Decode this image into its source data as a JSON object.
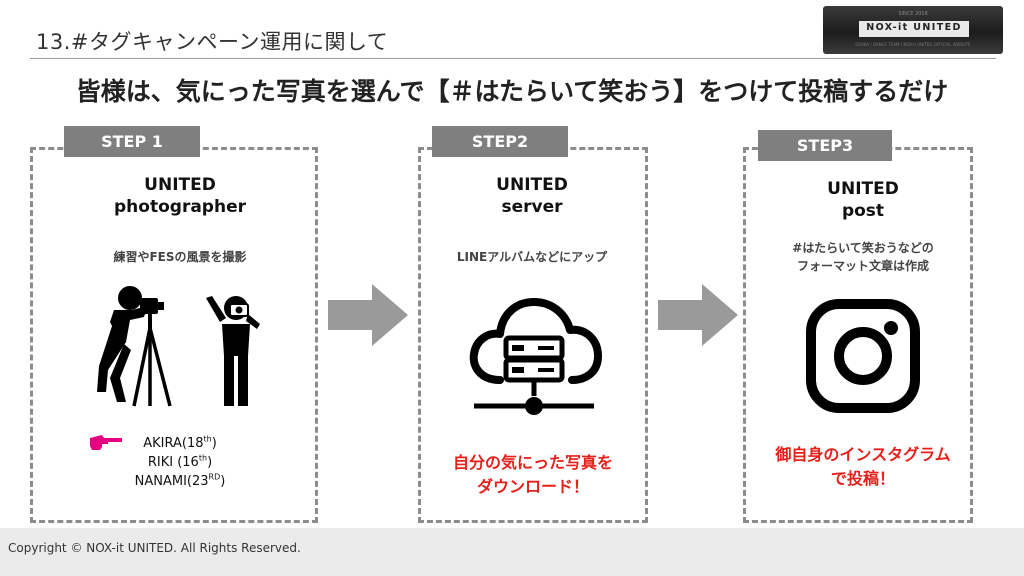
{
  "header": {
    "title": "13.#タグキャンペーン運用に関して",
    "logo": {
      "since": "SINCE 2018",
      "name": "NOX-it UNITED",
      "tagline": "OSAKA / DANCE TEAM / NOX-it UNITED OFFICIAL WEBSITE"
    }
  },
  "headline": "皆様は、気にった写真を選んで【＃はたらいて笑おう】をつけて投稿するだけ",
  "steps": [
    {
      "tab": "STEP 1",
      "role_line1": "UNITED",
      "role_line2": "photographer",
      "desc": "練習やFESの風景を撮影",
      "icons": [
        "photographer-tripod-icon",
        "person-camera-icon",
        "pointing-hand-icon"
      ],
      "names": [
        {
          "name": "AKIRA(18",
          "sup": "th",
          "end": ")"
        },
        {
          "name": "RIKI (16",
          "sup": "th",
          "end": ")"
        },
        {
          "name": "NANAMI(23",
          "sup": "RD",
          "end": ")"
        }
      ]
    },
    {
      "tab": "STEP2",
      "role_line1": "UNITED",
      "role_line2": "server",
      "desc": "LINEアルバムなどにアップ",
      "icon": "cloud-server-icon",
      "note_line1": "自分の気にった写真を",
      "note_line2": "ダウンロード！"
    },
    {
      "tab": "STEP3",
      "role_line1": "UNITED",
      "role_line2": "post",
      "desc_line1": "#はたらいて笑おうなどの",
      "desc_line2": "フォーマット文章は作成",
      "icon": "instagram-icon",
      "note_line1": "御自身のインスタグラム",
      "note_line2": "で投稿！"
    }
  ],
  "footer": {
    "copyright": "Copyright © NOX-it UNITED. All Rights Reserved."
  },
  "colors": {
    "accent_red": "#e8201b",
    "tab_gray": "#7f7f7f",
    "pointer_pink": "#e4007f",
    "arrow_gray": "#9a9a9a"
  }
}
